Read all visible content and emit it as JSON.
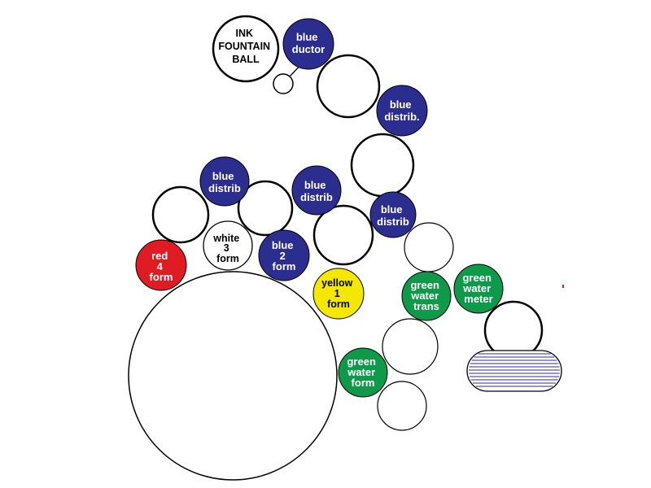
{
  "colors": {
    "blue": "#2b2e8f",
    "red": "#e01b24",
    "yellow": "#f5e800",
    "green": "#0f9a4a",
    "white": "#ffffff",
    "outline": "#000000",
    "tray_lines": "#2b2e8f"
  },
  "rollers": {
    "ink_fountain_ball": {
      "lines": [
        "INK",
        "FOUNTAIN",
        "BALL"
      ]
    },
    "blue_ductor": {
      "lines": [
        "blue",
        "ductor"
      ]
    },
    "blue_distrib_top": {
      "lines": [
        "blue",
        "distrib."
      ]
    },
    "blue_distrib_left": {
      "lines": [
        "blue",
        "distrib"
      ]
    },
    "blue_distrib_mid": {
      "lines": [
        "blue",
        "distrib"
      ]
    },
    "blue_distrib_right": {
      "lines": [
        "blue",
        "distrib"
      ]
    },
    "white_3_form": {
      "lines": [
        "white",
        "3",
        "form"
      ]
    },
    "blue_2_form": {
      "lines": [
        "blue",
        "2",
        "form"
      ]
    },
    "red_4_form": {
      "lines": [
        "red",
        "4",
        "form"
      ]
    },
    "yellow_1_form": {
      "lines": [
        "yellow",
        "1",
        "form"
      ]
    },
    "green_water_trans": {
      "lines": [
        "green",
        "water",
        "trans"
      ]
    },
    "green_water_meter": {
      "lines": [
        "green",
        "water",
        "meter"
      ]
    },
    "green_water_form": {
      "lines": [
        "green",
        "water",
        "form"
      ]
    }
  }
}
